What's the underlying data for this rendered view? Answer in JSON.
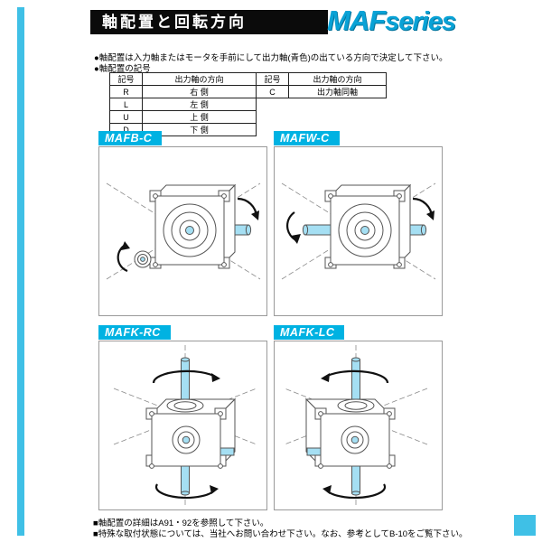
{
  "accent_color": "#00b2e2",
  "header": {
    "title": "軸配置と回転方向",
    "logo_maf": "MAF",
    "logo_series": "series"
  },
  "notes": [
    "●軸配置は入力軸またはモータを手前にして出力軸(青色)の出ている方向で決定して下さい。",
    "●軸配置の記号"
  ],
  "symbol_table_left": {
    "headers": [
      "記号",
      "出力軸の方向"
    ],
    "rows": [
      [
        "R",
        "右 側"
      ],
      [
        "L",
        "左 側"
      ],
      [
        "U",
        "上 側"
      ],
      [
        "D",
        "下 側"
      ]
    ]
  },
  "symbol_table_right": {
    "headers": [
      "記号",
      "出力軸の方向"
    ],
    "rows": [
      [
        "C",
        "出力軸同軸"
      ]
    ]
  },
  "panels": [
    {
      "label": "MAFB-C"
    },
    {
      "label": "MAFW-C"
    },
    {
      "label": "MAFK-RC"
    },
    {
      "label": "MAFK-LC"
    }
  ],
  "footer_notes": [
    "■軸配置の詳細はA91・92を参照して下さい。",
    "■特殊な取付状態については、当社へお問い合わせ下さい。なお、参考としてB-10をご覧下さい。"
  ]
}
